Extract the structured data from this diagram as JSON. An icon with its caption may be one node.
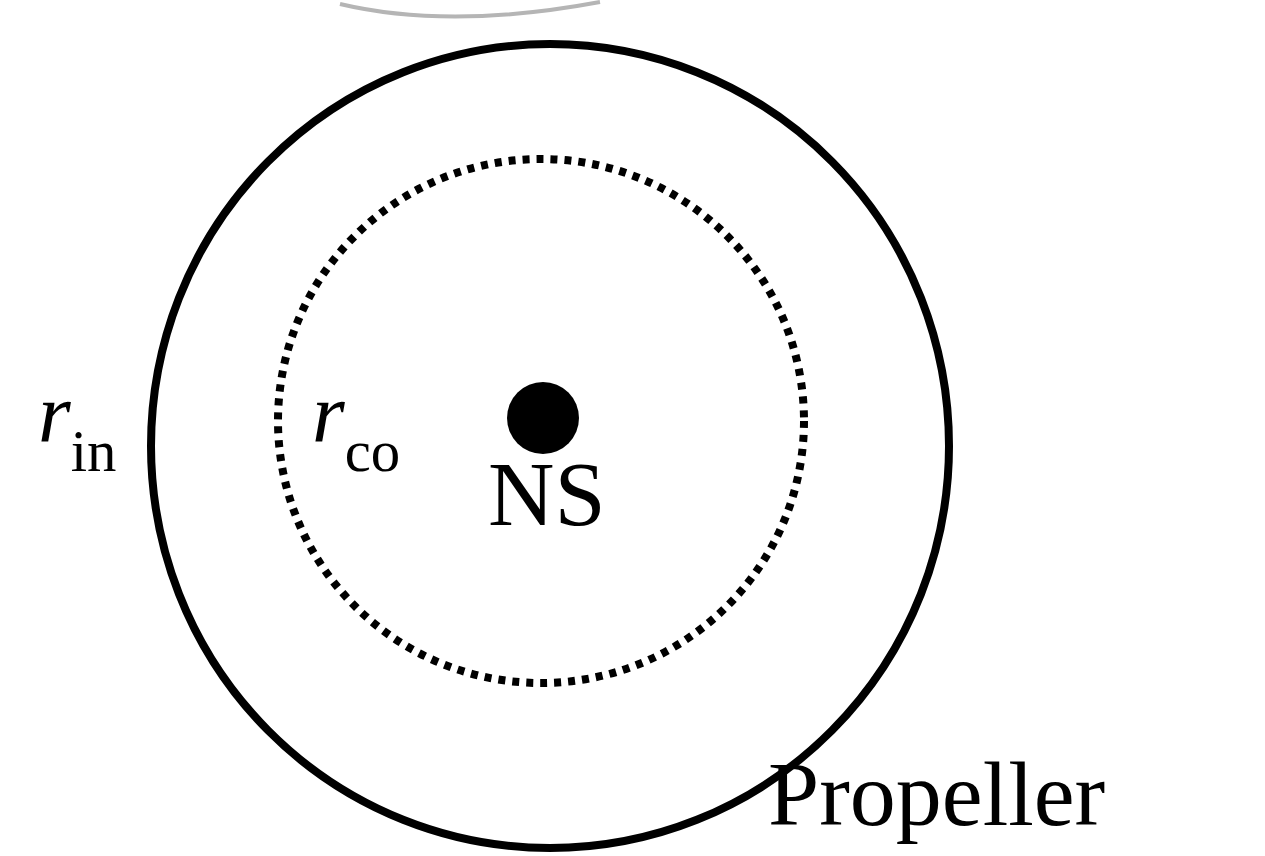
{
  "diagram": {
    "labels": [
      "*r*$_{in}$",
      "*r*$_{co}$",
      "NS",
      "Propeller"
    ]
  }
}
